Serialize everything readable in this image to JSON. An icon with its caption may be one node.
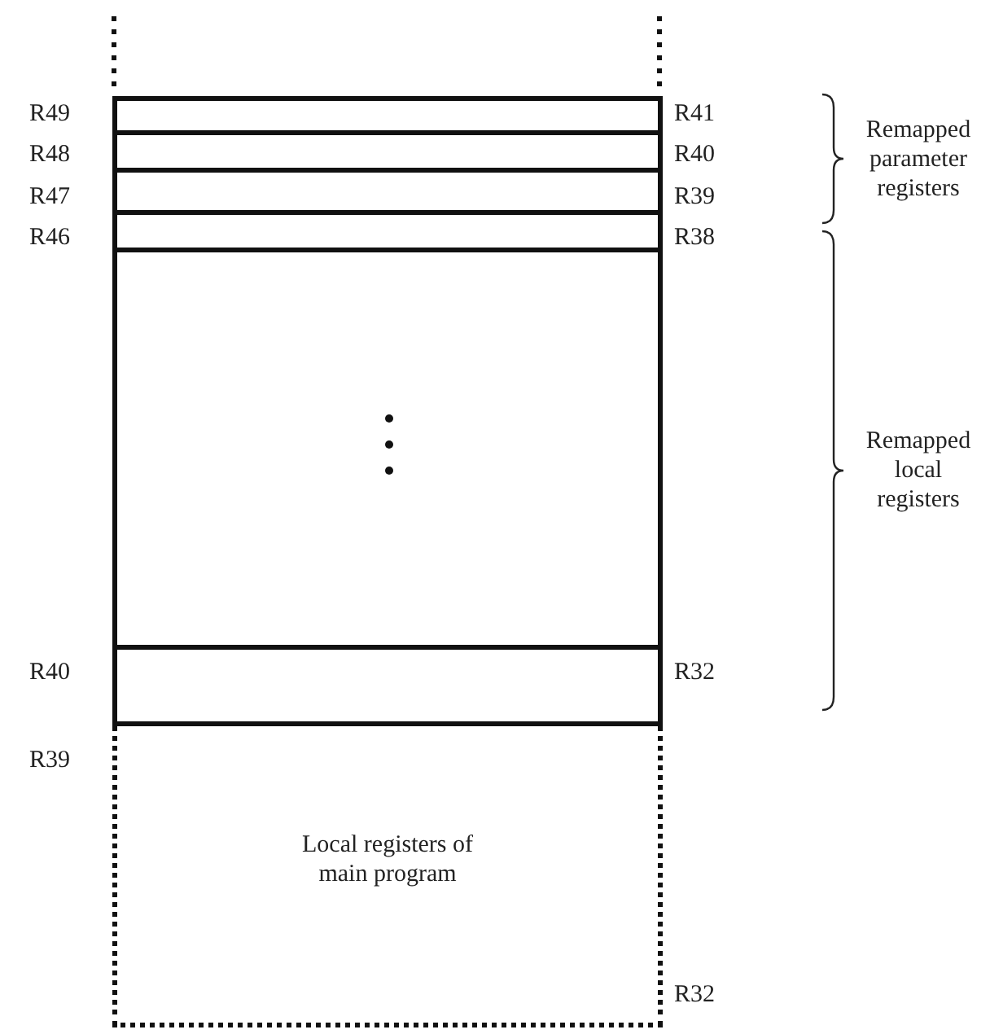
{
  "diagram": {
    "nodes": [
      {
        "text": [],
        "shape": "box",
        "beside": [
          "R49",
          "R41"
        ]
      },
      {
        "text": [],
        "shape": "box",
        "beside": [
          "R48",
          "R40"
        ]
      },
      {
        "text": [],
        "shape": "box",
        "beside": [
          "R47",
          "R39"
        ]
      },
      {
        "text": [],
        "shape": "box",
        "beside": [
          "R46",
          "R38"
        ]
      },
      {
        "text": [],
        "shape": "box"
      },
      {
        "text": [],
        "shape": "box",
        "beside": [
          "R40",
          "R32"
        ]
      },
      {
        "text": [
          "Local registers of main program"
        ],
        "beside": [
          "R39",
          "R32"
        ]
      }
    ],
    "labels": [
      "Remapped parameter registers",
      "Remapped local registers"
    ]
  }
}
